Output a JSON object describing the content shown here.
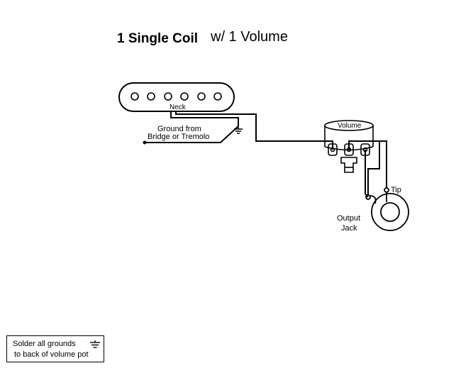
{
  "title": {
    "part1": "1 Single Coil",
    "part2": "w/ 1 Volume"
  },
  "pickup": {
    "label": "Neck"
  },
  "ground_wire": {
    "line1": "Ground from",
    "line2": "Bridge or Tremolo"
  },
  "volume_pot": {
    "label": "Volume"
  },
  "output_jack": {
    "line1": "Output",
    "line2": "Jack",
    "tip_label": "Tip"
  },
  "note": {
    "line1": "Solder all grounds",
    "line2": "to back of volume pot"
  },
  "colors": {
    "line": "#000000",
    "background": "#ffffff"
  }
}
